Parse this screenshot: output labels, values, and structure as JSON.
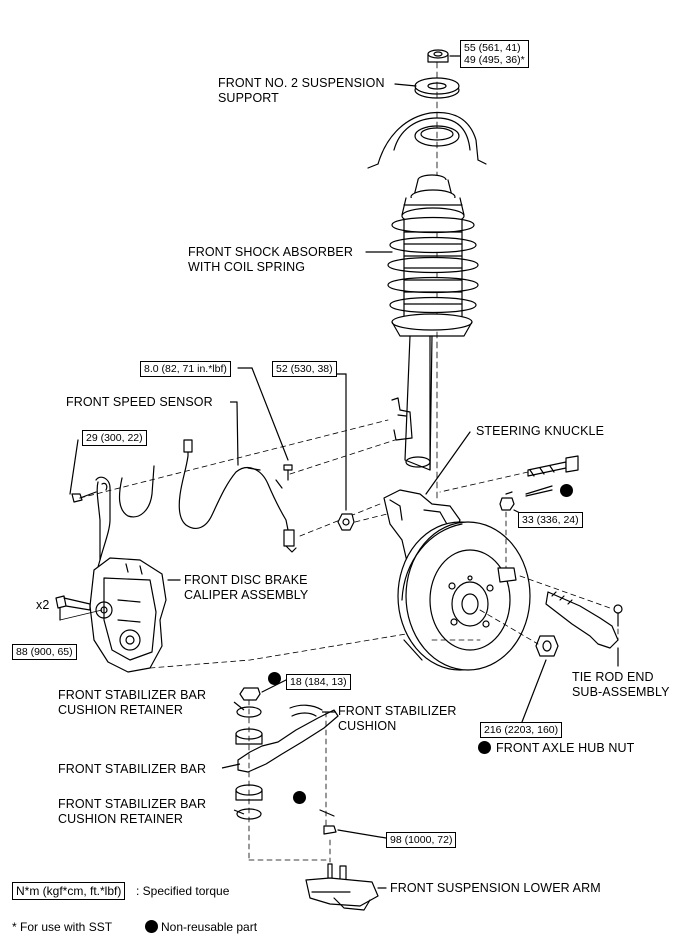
{
  "labels": {
    "suspension_support": "FRONT NO. 2 SUSPENSION",
    "suspension_support_2": "SUPPORT",
    "shock_absorber": "FRONT SHOCK ABSORBER",
    "shock_absorber_2": "WITH COIL SPRING",
    "speed_sensor": "FRONT SPEED SENSOR",
    "steering_knuckle": "STEERING KNUCKLE",
    "caliper": "FRONT DISC BRAKE",
    "caliper_2": "CALIPER ASSEMBLY",
    "x2": "x2",
    "tie_rod": "TIE ROD END",
    "tie_rod_2": "SUB-ASSEMBLY",
    "retainer_upper": "FRONT STABILIZER BAR",
    "retainer_upper_2": "CUSHION RETAINER",
    "cushion": "FRONT STABILIZER",
    "cushion_2": "CUSHION",
    "stab_bar": "FRONT STABILIZER BAR",
    "retainer_lower": "FRONT STABILIZER BAR",
    "retainer_lower_2": "CUSHION RETAINER",
    "axle_hub_nut": "FRONT AXLE HUB NUT",
    "lower_arm": "FRONT SUSPENSION LOWER ARM"
  },
  "torques": {
    "t_top_1": "55 (561, 41)",
    "t_top_2": "49 (495, 36)*",
    "t_sensor": "8.0 (82, 71 in.*lbf)",
    "t_knuckle_bolt": "52 (530, 38)",
    "t_sensor_bolt": "29 (300, 22)",
    "t_tierod_nut": "33 (336, 24)",
    "t_caliper": "88 (900, 65)",
    "t_stab_nut": "18 (184, 13)",
    "t_hub_nut": "216 (2203, 160)",
    "t_lower_arm": "98 (1000, 72)"
  },
  "legend": {
    "unit_box": "N*m (kgf*cm, ft.*lbf)",
    "unit_desc": ": Specified torque",
    "sst_note": "* For use with SST",
    "nonreusable": "Non-reusable part"
  }
}
